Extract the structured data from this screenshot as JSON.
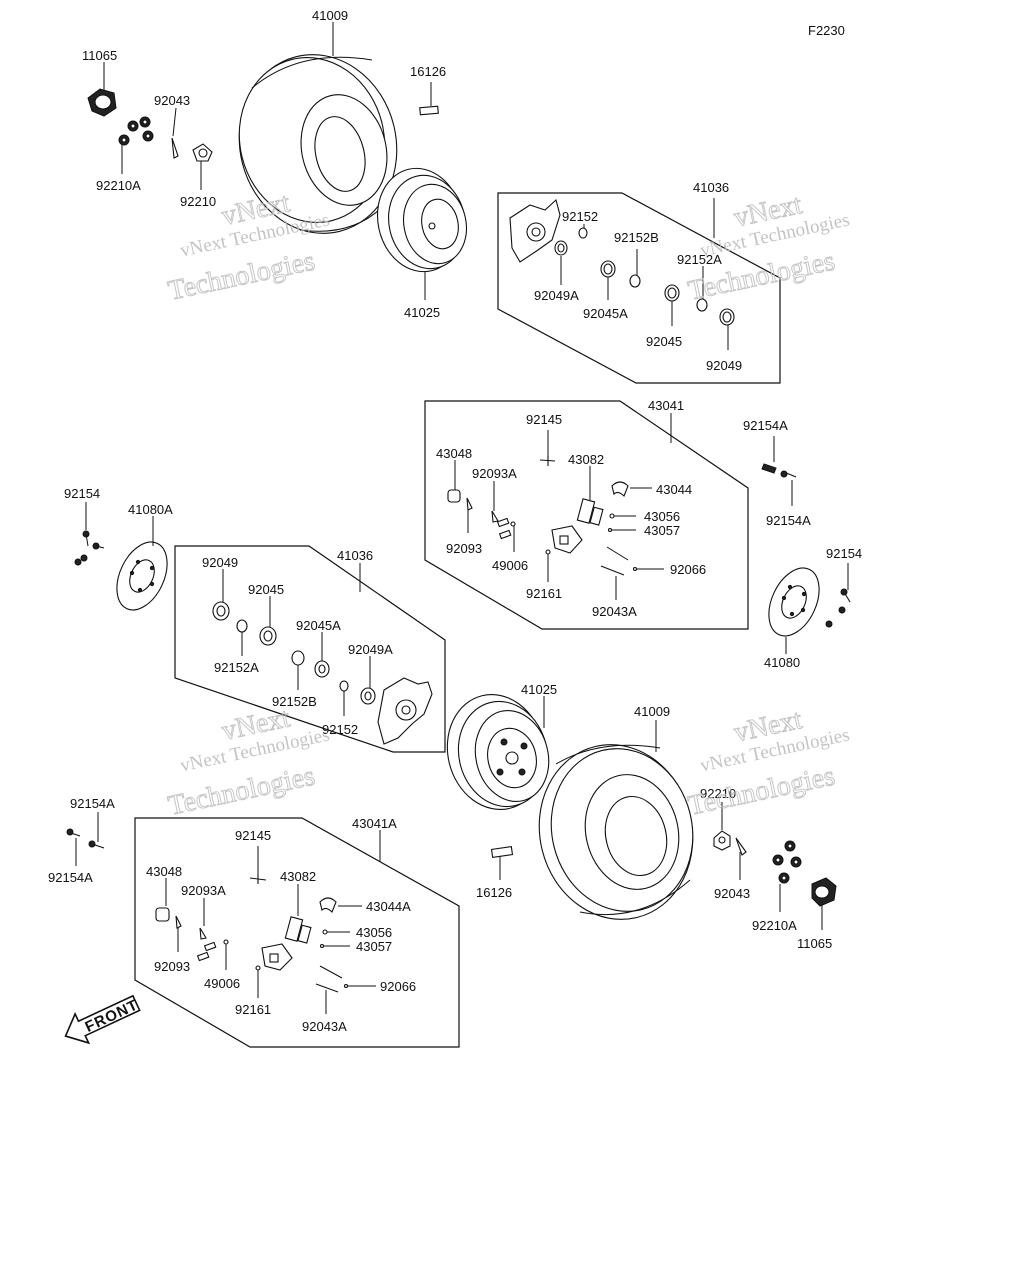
{
  "diagram_code": "F2230",
  "watermark": {
    "line1": "vNext Technologies",
    "line2": "vNext",
    "line3": "Technologies"
  },
  "front_label": "FRONT",
  "labels": {
    "tire_tl": "41009",
    "nut_tl": "11065",
    "cotter_tl": "92043",
    "washer_tl": "92210A",
    "nut2_tl": "92210",
    "valve_tl": "16126",
    "rim_tl": "41025",
    "hubset_tr": "41036",
    "h_92152": "92152",
    "h_92152B": "92152B",
    "h_92152A": "92152A",
    "h_92049A": "92049A",
    "h_92045A": "92045A",
    "h_92045": "92045",
    "h_92049": "92049",
    "cal_r": "43041",
    "c_92145": "92145",
    "c_43048": "43048",
    "c_92093A": "92093A",
    "c_43082": "43082",
    "c_43044": "43044",
    "c_43056": "43056",
    "c_43057": "43057",
    "c_92093": "92093",
    "c_49006": "49006",
    "c_92066": "92066",
    "c_92161": "92161",
    "c_92043A": "92043A",
    "b_92154A_t": "92154A",
    "b_92154A_b": "92154A",
    "b_92154_r": "92154",
    "disc_r": "41080",
    "b_92154_l": "92154",
    "disc_l": "41080A",
    "hubset_l": "41036",
    "l_92049": "92049",
    "l_92045": "92045",
    "l_92045A": "92045A",
    "l_92049A": "92049A",
    "l_92152A": "92152A",
    "l_92152B": "92152B",
    "l_92152": "92152",
    "rim_br": "41025",
    "tire_br": "41009",
    "nut2_br": "92210",
    "valve_br": "16126",
    "cotter_br": "92043",
    "washer_br": "92210A",
    "nut_br": "11065",
    "b_92154A_lt": "92154A",
    "b_92154A_lb": "92154A",
    "cal_l": "43041A",
    "d_92145": "92145",
    "d_43048": "43048",
    "d_92093A": "92093A",
    "d_43082": "43082",
    "d_43044A": "43044A",
    "d_43056": "43056",
    "d_43057": "43057",
    "d_92093": "92093",
    "d_49006": "49006",
    "d_92066": "92066",
    "d_92161": "92161",
    "d_92043A": "92043A"
  }
}
